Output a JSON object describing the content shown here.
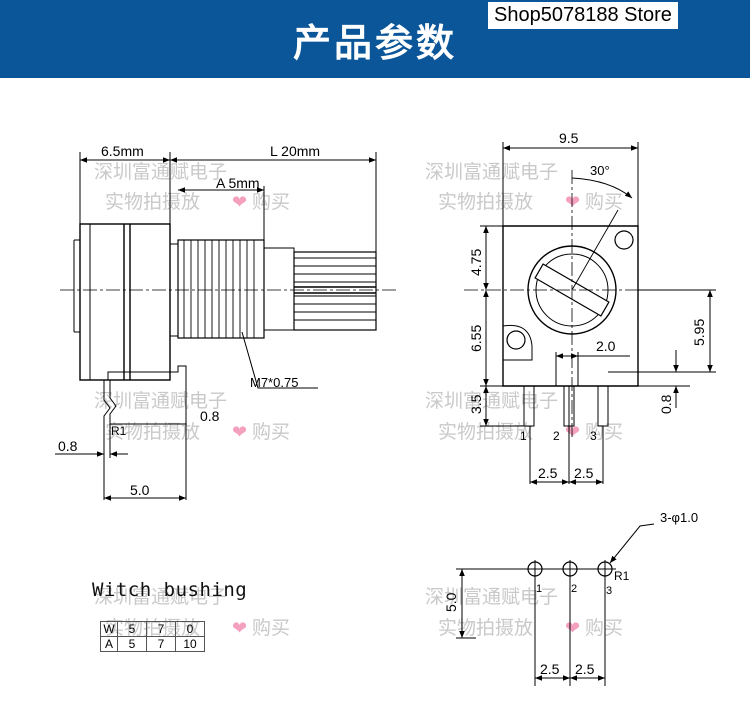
{
  "header": {
    "title": "产品参数",
    "store": "Shop5078188 Store"
  },
  "watermark": {
    "line1": "深圳富通赋电子",
    "line2a": "实物拍摄放",
    "line2b": "购买"
  },
  "side_view": {
    "dim_body": "6.5mm",
    "dim_length": "L 20mm",
    "dim_bushing": "A 5mm",
    "thread": "M7*0.75",
    "pin_width": "0.8",
    "pin_offset": "0.8",
    "radius": "R1",
    "pin_span": "5.0"
  },
  "front_view": {
    "width": "9.5",
    "angle": "30°",
    "upper": "4.75",
    "lower": "6.55",
    "right": "5.95",
    "pin_pitch_gap": "2.0",
    "pin_len": "3.5",
    "pin_thk": "0.8",
    "pin1": "1",
    "pin2": "2",
    "pin3": "3",
    "pitch1": "2.5",
    "pitch2": "2.5"
  },
  "pcb_layout": {
    "hole_note": "3-φ1.0",
    "radius": "R1",
    "height": "5.0",
    "pin1": "1",
    "pin2": "2",
    "pin3": "3",
    "pitch1": "2.5",
    "pitch2": "2.5"
  },
  "bushing_table": {
    "title": "Witch  bushing",
    "rows": [
      {
        "head": "W",
        "values": [
          "5",
          "7",
          "0"
        ]
      },
      {
        "head": "A",
        "values": [
          "5",
          "7",
          "10"
        ]
      }
    ]
  }
}
